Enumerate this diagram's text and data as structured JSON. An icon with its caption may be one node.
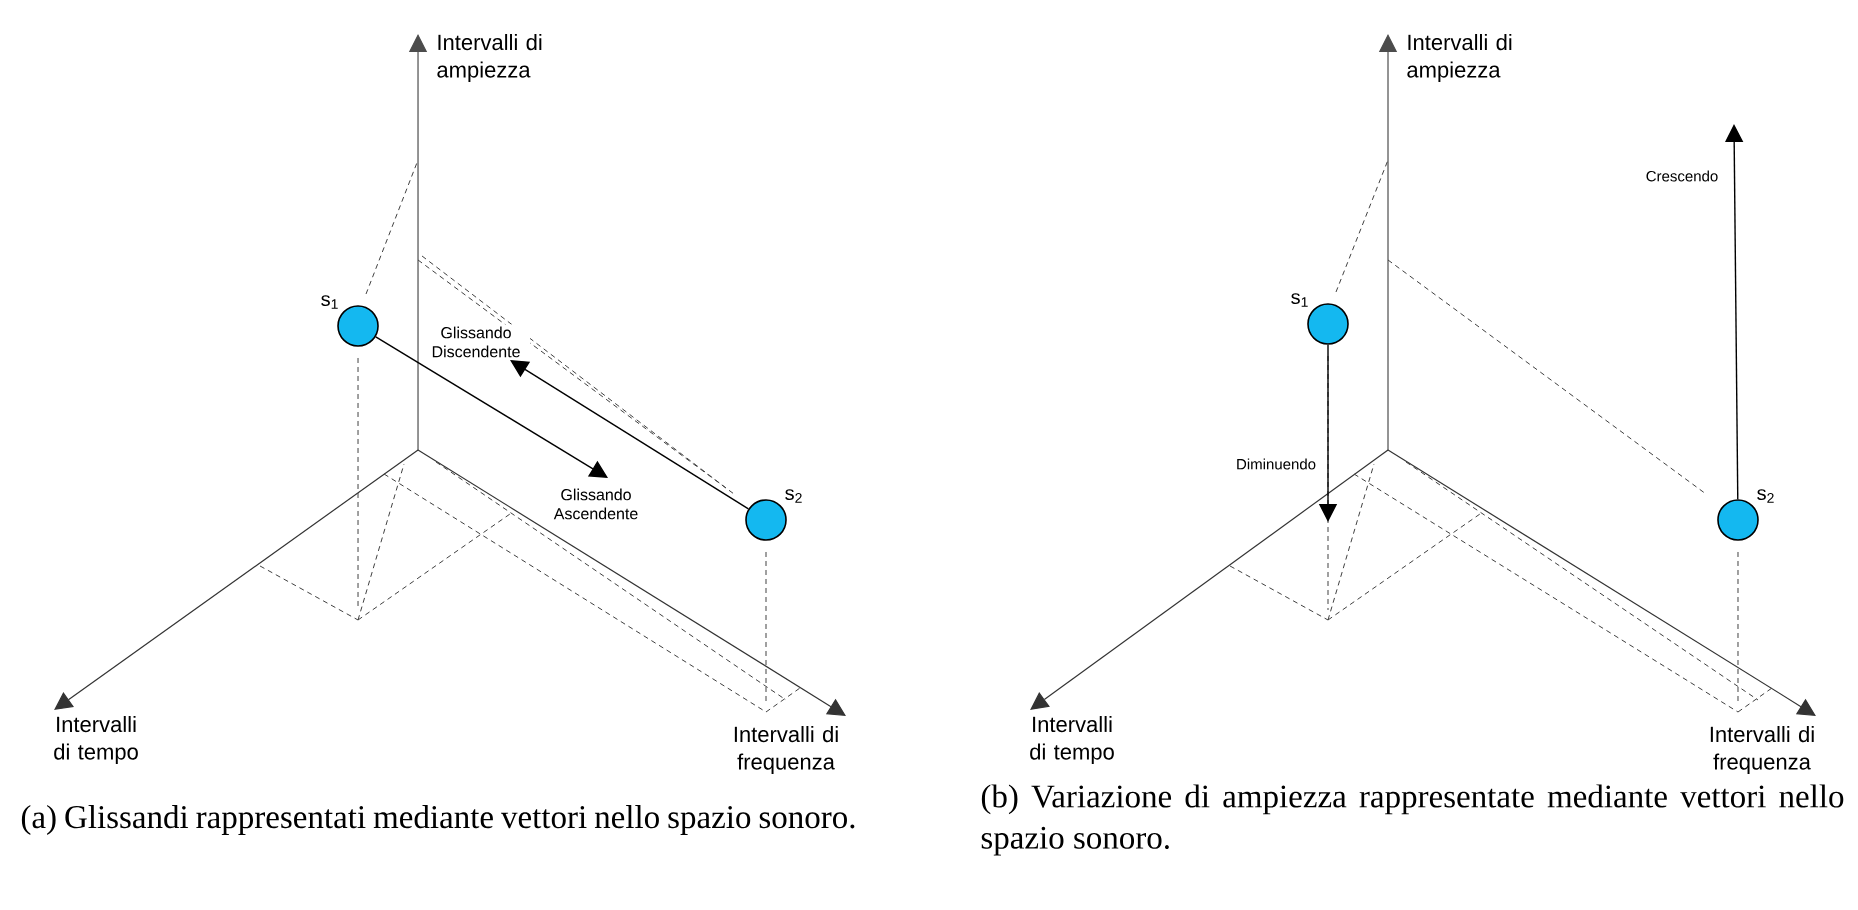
{
  "diagram": {
    "nodes": [
      {
        "text": [],
        "shape": "circle",
        "beside": [
          "s$_{1}$"
        ]
      },
      {
        "text": [],
        "shape": "circle",
        "beside": [
          "s$_{2}$"
        ]
      },
      {
        "text": [],
        "shape": "circle",
        "beside": [
          "s$_{1}$"
        ]
      },
      {
        "text": [],
        "shape": "circle",
        "beside": [
          "s$_{2}$"
        ]
      }
    ],
    "edges": [
      {
        "from": 0,
        "to": null,
        "arrow": "to",
        "label": "Glissando Ascendente"
      },
      {
        "from": 1,
        "to": null,
        "arrow": "to",
        "label": "Glissando Discendente"
      },
      {
        "from": 2,
        "to": null,
        "arrow": "to",
        "label": "Diminuendo"
      },
      {
        "from": 3,
        "to": null,
        "arrow": "to",
        "label": "Crescendo"
      }
    ],
    "labels": [
      "Intervalli di ampiezza",
      "Intervalli di tempo",
      "Intervalli di frequenza",
      "Intervalli di ampiezza",
      "Intervalli di tempo",
      "Intervalli di frequenza",
      "(a) Glissandi rappresentati mediante vettori nello spazio sonoro.",
      "(b) Variazione di ampiezza rappresentate mediante vettori nello spazio sonoro."
    ]
  }
}
